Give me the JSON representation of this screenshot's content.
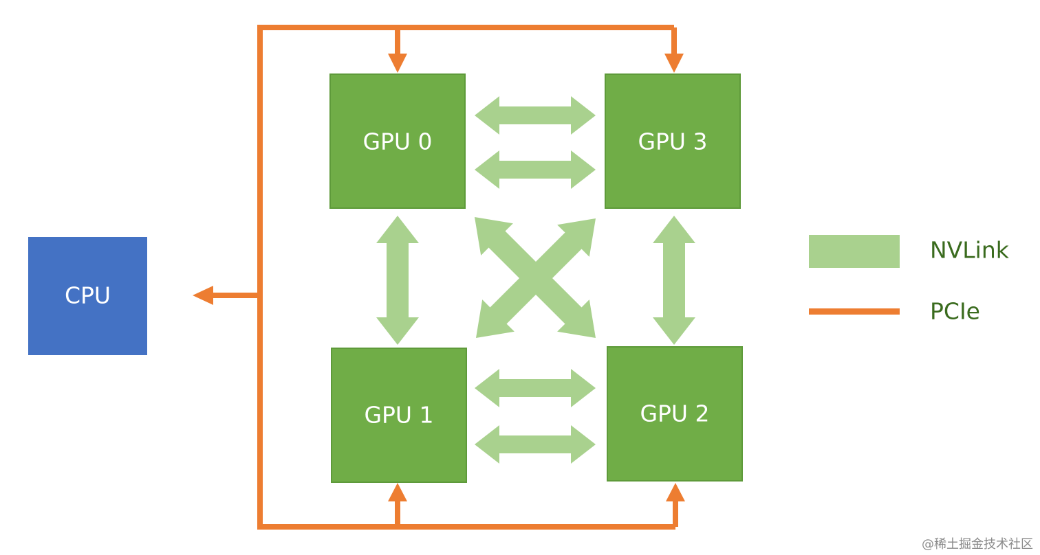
{
  "colors": {
    "cpu": "#4472c4",
    "gpu": "#70ad47",
    "gpu_border": "#5e9a3a",
    "nvlink": "#a9d18e",
    "pcie": "#ed7d31",
    "legend_text": "#3a6b1e"
  },
  "nodes": {
    "cpu": "CPU",
    "gpu0": "GPU 0",
    "gpu1": "GPU 1",
    "gpu2": "GPU 2",
    "gpu3": "GPU 3"
  },
  "links": {
    "nvlink": [
      [
        "GPU 0",
        "GPU 3"
      ],
      [
        "GPU 0",
        "GPU 3"
      ],
      [
        "GPU 1",
        "GPU 2"
      ],
      [
        "GPU 1",
        "GPU 2"
      ],
      [
        "GPU 0",
        "GPU 1"
      ],
      [
        "GPU 3",
        "GPU 2"
      ],
      [
        "GPU 0",
        "GPU 2"
      ],
      [
        "GPU 3",
        "GPU 1"
      ]
    ],
    "pcie": [
      [
        "CPU",
        "GPU 0"
      ],
      [
        "CPU",
        "GPU 3"
      ],
      [
        "CPU",
        "GPU 1"
      ],
      [
        "CPU",
        "GPU 2"
      ]
    ]
  },
  "legend": {
    "nvlink": "NVLink",
    "pcie": "PCIe"
  },
  "watermark": "@稀土掘金技术社区"
}
